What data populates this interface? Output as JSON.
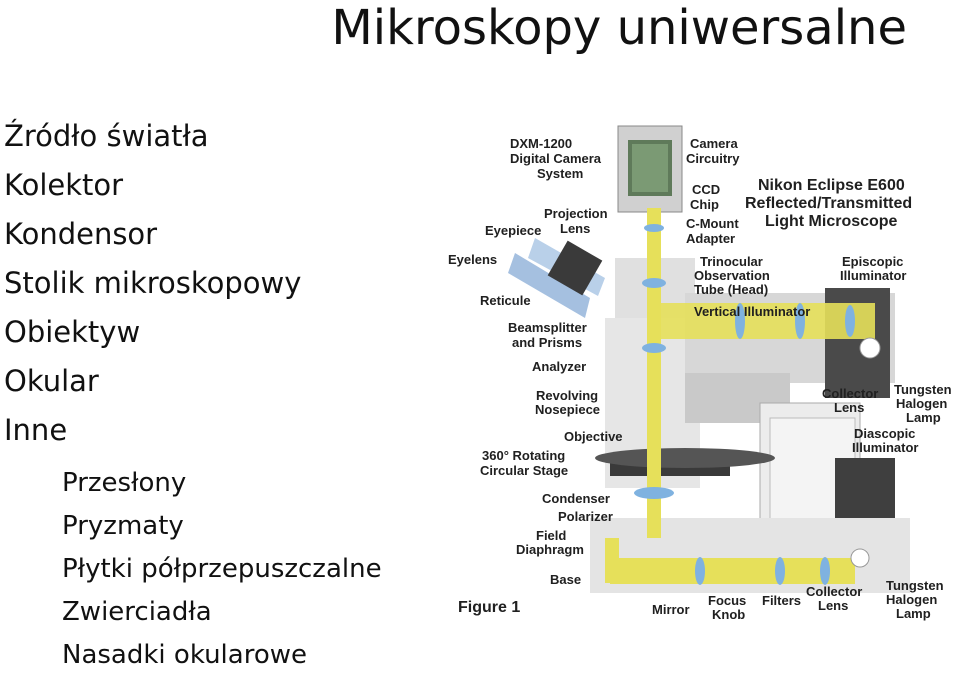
{
  "title": "Mikroskopy uniwersalne",
  "bullets": [
    "Źródło światła",
    "Kolektor",
    "Kondensor",
    "Stolik mikroskopowy",
    "Obiektyw",
    "Okular",
    "Inne"
  ],
  "sub_bullets": [
    "Przesłony",
    "Pryzmaty",
    "Płytki półprzepuszczalne",
    "Zwierciadła",
    "Nasadki okularowe"
  ],
  "figure": {
    "title_lines": [
      "Nikon Eclipse E600",
      "Reflected/Transmitted",
      "Light Microscope"
    ],
    "caption": "Figure 1",
    "labels": {
      "dxm": [
        "DXM-1200",
        "Digital Camera",
        "System"
      ],
      "camera": [
        "Camera",
        "Circuitry"
      ],
      "ccd": [
        "CCD",
        "Chip"
      ],
      "projection": [
        "Projection",
        "Lens"
      ],
      "eyepiece": "Eyepiece",
      "cmount": [
        "C-Mount",
        "Adapter"
      ],
      "eyelens": "Eyelens",
      "trinocular": [
        "Trinocular",
        "Observation",
        "Tube (Head)"
      ],
      "episcopic": [
        "Episcopic",
        "Illuminator"
      ],
      "reticule": "Reticule",
      "vertical": "Vertical Illuminator",
      "beamsplitter": [
        "Beamsplitter",
        "and Prisms"
      ],
      "analyzer": "Analyzer",
      "revolving": [
        "Revolving",
        "Nosepiece"
      ],
      "collector_top": [
        "Collector",
        "Lens"
      ],
      "tungsten_top": [
        "Tungsten",
        "Halogen",
        "Lamp"
      ],
      "objective": "Objective",
      "diascopic": [
        "Diascopic",
        "Illuminator"
      ],
      "stage": [
        "360° Rotating",
        "Circular Stage"
      ],
      "condenser": "Condenser",
      "polarizer": "Polarizer",
      "field": [
        "Field",
        "Diaphragm"
      ],
      "base": "Base",
      "mirror": "Mirror",
      "focus": [
        "Focus",
        "Knob"
      ],
      "filters": "Filters",
      "collector_bottom": [
        "Collector",
        "Lens"
      ],
      "tungsten_bottom": [
        "Tungsten",
        "Halogen",
        "Lamp"
      ]
    }
  },
  "colors": {
    "light_path": "#e6e05a",
    "lens": "#7fb2e0",
    "body": "#d9d9d9",
    "dark": "#3a3a3a"
  }
}
